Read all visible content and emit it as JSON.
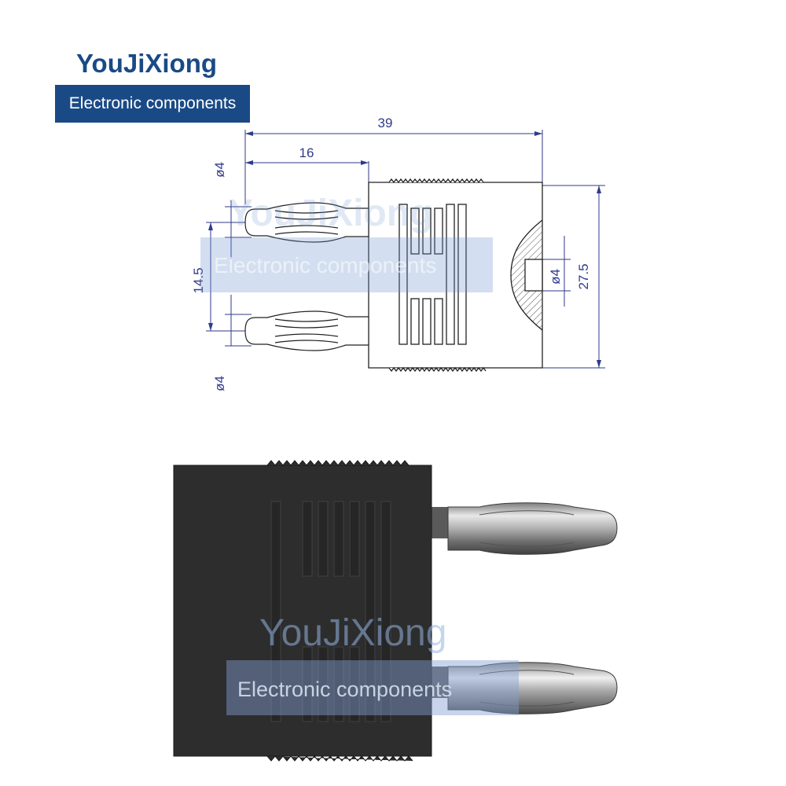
{
  "brand": {
    "title": "YouJiXiong",
    "tagline": "Electronic components"
  },
  "watermark": {
    "title": "YouJiXiong",
    "tagline": "Electronic components"
  },
  "drawing": {
    "dim_total_length": "39",
    "dim_pin_length": "16",
    "dim_pin_spacing": "14.5",
    "dim_body_height": "27.5",
    "dim_pin_dia_top": "ø4",
    "dim_pin_dia_bottom": "ø4",
    "dim_socket_dia": "ø4"
  },
  "colors": {
    "brand": "#1a4a86",
    "dimension": "#2f3a8a",
    "body": "#2b2b2b"
  }
}
